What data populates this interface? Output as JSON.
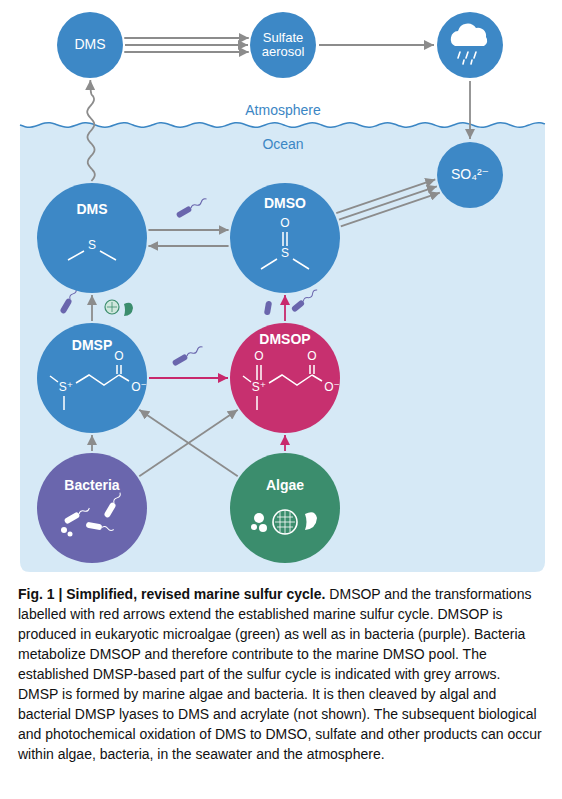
{
  "diagram": {
    "title": "Fig. 1 | Simplified, revised marine sulfur cycle.",
    "caption": "DMSOP and the transformations labelled with red arrows extend the established marine sulfur cycle. DMSOP is produced in eukaryotic microalgae (green) as well as in bacteria (purple). Bacteria metabolize DMSOP and therefore contribute to the marine DMSO pool. The established DMSP-based part of the sulfur cycle is indicated with grey arrows. DMSP is formed by marine algae and bacteria. It is then cleaved by algal and bacterial DMSP lyases to DMS and acrylate (not shown). The subsequent biological and photochemical oxidation of DMS to DMSO, sulfate and other products can occur within algae, bacteria, in the seawater and the atmosphere.",
    "nodes": [
      {
        "text": [
          "DMS"
        ]
      },
      {
        "text": [
          "Sulfate aerosol"
        ]
      },
      {
        "text": [
          "SO₄²⁻"
        ]
      },
      {
        "text": [
          "DMS",
          "S"
        ]
      },
      {
        "text": [
          "DMSO",
          "O",
          "S"
        ]
      },
      {
        "text": [
          "DMSP",
          "O",
          "S⁺",
          "O⁻"
        ]
      },
      {
        "text": [
          "DMSOP",
          "O",
          "O",
          "S⁺",
          "O⁻"
        ]
      },
      {
        "text": [
          "Bacteria"
        ]
      },
      {
        "text": [
          "Algae"
        ]
      }
    ],
    "edges": [
      {
        "from": 0,
        "to": 1,
        "arrow": "to"
      },
      {
        "from": 0,
        "to": 1,
        "arrow": "to"
      },
      {
        "from": 0,
        "to": 1,
        "arrow": "to"
      },
      {
        "from": 3,
        "to": 0,
        "arrow": "to"
      },
      {
        "from": 3,
        "to": 4,
        "arrow": "to"
      },
      {
        "from": 4,
        "to": 3,
        "arrow": "to"
      },
      {
        "from": 4,
        "to": 2,
        "arrow": "to"
      },
      {
        "from": 4,
        "to": 2,
        "arrow": "to"
      },
      {
        "from": 4,
        "to": 2,
        "arrow": "to"
      },
      {
        "from": 5,
        "to": 3,
        "arrow": "to"
      },
      {
        "from": 5,
        "to": 6,
        "arrow": "to"
      },
      {
        "from": 6,
        "to": 4,
        "arrow": "to"
      },
      {
        "from": 7,
        "to": 5,
        "arrow": "to"
      },
      {
        "from": 8,
        "to": 6,
        "arrow": "to"
      },
      {
        "from": 7,
        "to": 6,
        "arrow": "to"
      },
      {
        "from": 8,
        "to": 5,
        "arrow": "to"
      }
    ],
    "labels": [
      "Atmosphere",
      "Ocean"
    ]
  }
}
